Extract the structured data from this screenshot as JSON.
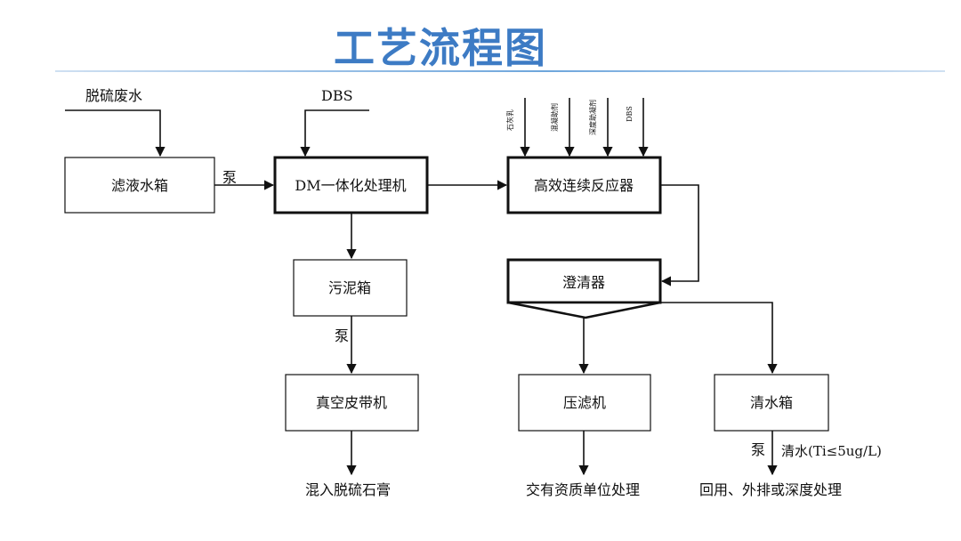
{
  "title": "工艺流程图",
  "inputs": {
    "desulfurization_wastewater": "脱硫废水",
    "dbs_top": "DBS",
    "additive_1": "石灰乳",
    "additive_2": "混凝助剂",
    "additive_3": "深度助凝剂",
    "additive_4": "DBS"
  },
  "boxes": {
    "filtrate_tank": "滤液水箱",
    "dm_unit": "DM一体化处理机",
    "reactor": "高效连续反应器",
    "sludge_tank": "污泥箱",
    "clarifier": "澄清器",
    "vacuum_belt": "真空皮带机",
    "filter_press": "压滤机",
    "clear_water_tank": "清水箱"
  },
  "labels": {
    "pump_1": "泵",
    "pump_2": "泵",
    "pump_3": "泵",
    "clear_water_spec": "清水(Ti≤5ug/L)"
  },
  "outputs": {
    "gypsum": "混入脱硫石膏",
    "qualified_disposal": "交有资质单位处理",
    "reuse": "回用、外排或深度处理"
  },
  "colors": {
    "title": "#3d7bc4",
    "line": "#111111"
  }
}
